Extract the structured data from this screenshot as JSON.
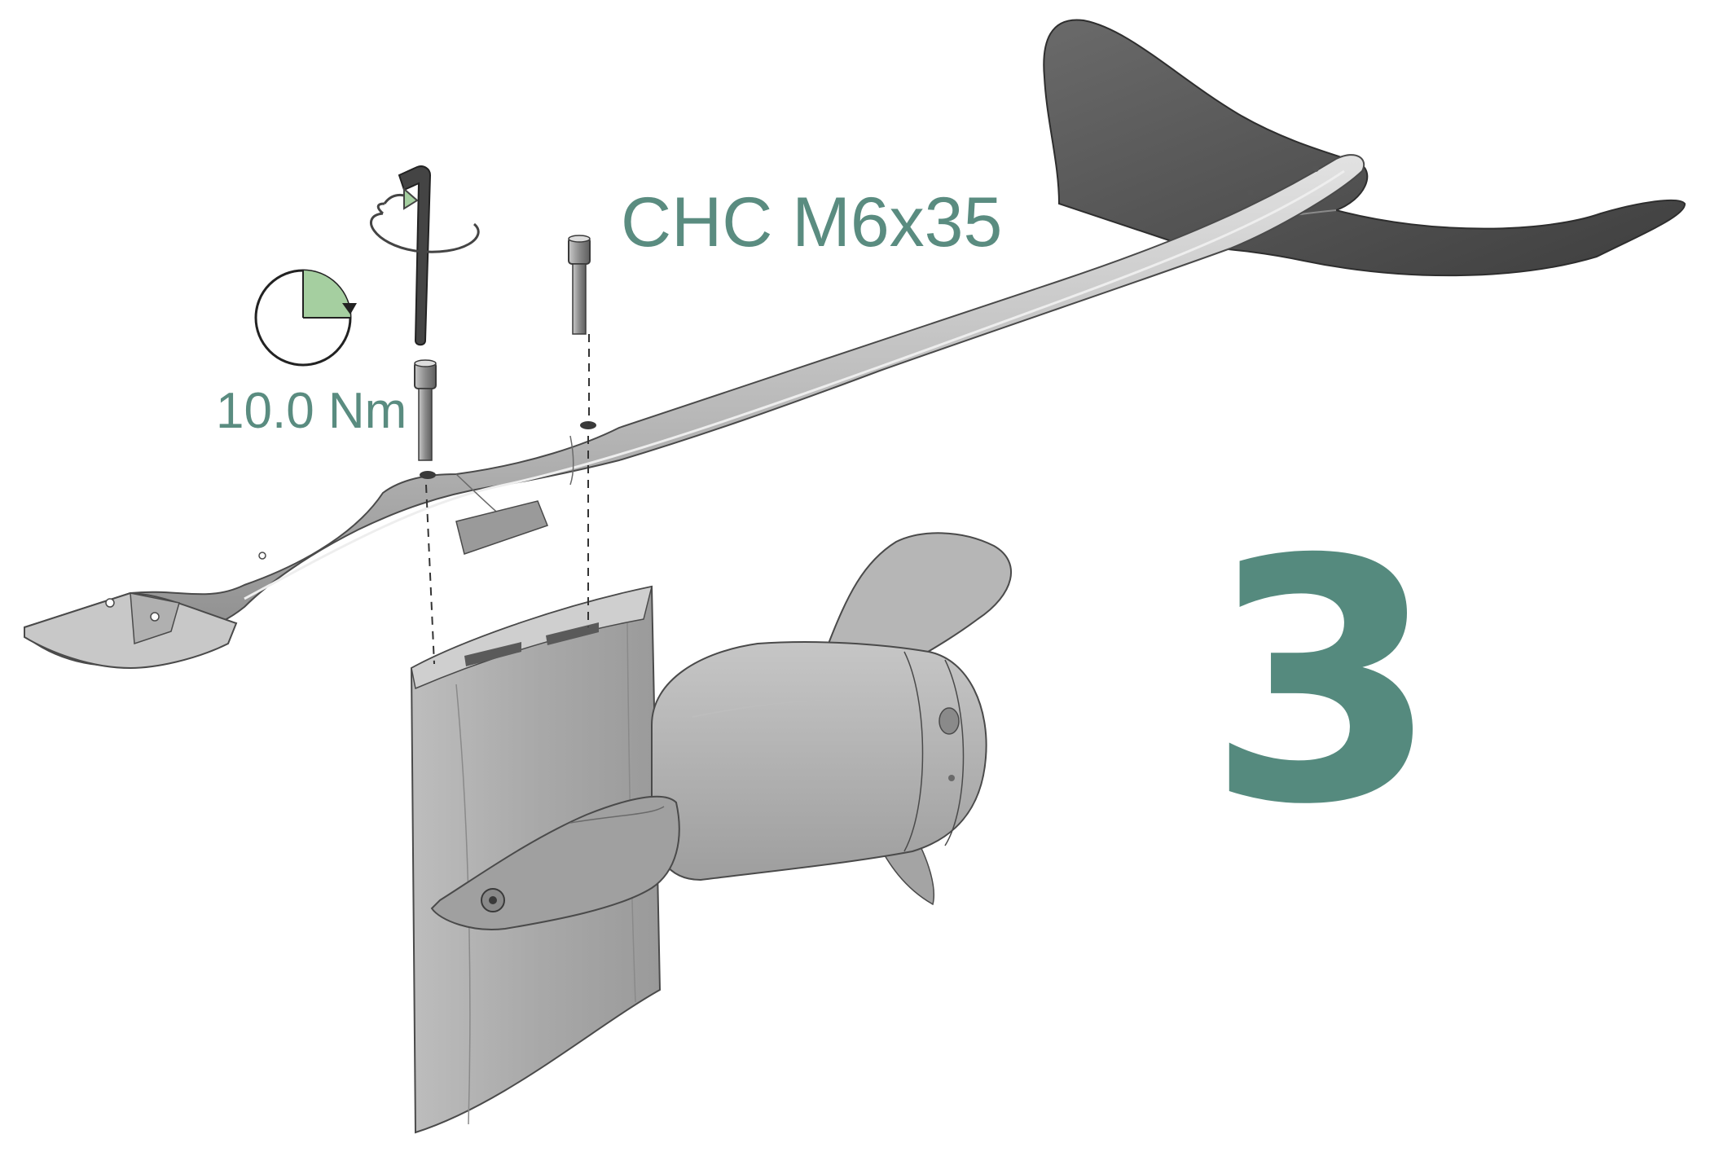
{
  "labels": {
    "screw_spec": "CHC M6x35",
    "torque": "10.0 Nm",
    "step_number": "3"
  },
  "colors": {
    "accent": "#5a8c80",
    "step": "#558a7e",
    "torque_fill": "#a5cfa0",
    "part_light": "#c2c2c2",
    "part_mid": "#a8a8a8",
    "part_dark": "#575757",
    "outline": "#4a4a4a"
  },
  "icons": {
    "rotate": "rotate-arrow-icon",
    "torque": "torque-clock-icon",
    "tool": "hex-key-icon"
  }
}
